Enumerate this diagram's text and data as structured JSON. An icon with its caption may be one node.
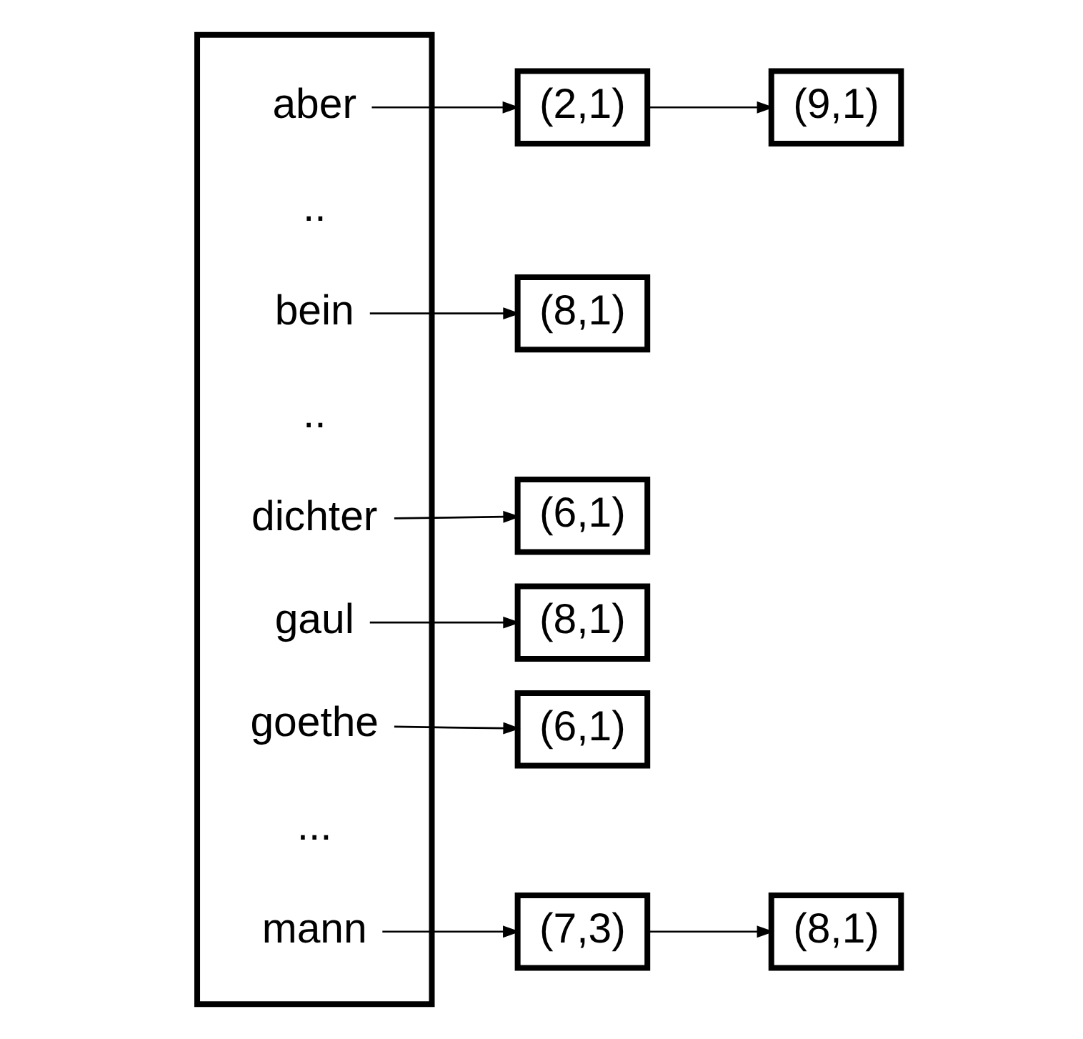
{
  "diagram": {
    "nodes": [
      {
        "text": [],
        "shape": "box"
      },
      {
        "text": [
          "aber"
        ],
        "in": 0
      },
      {
        "text": [
          "bein"
        ],
        "in": 0
      },
      {
        "text": [
          "dichter"
        ],
        "in": 0
      },
      {
        "text": [
          "gaul"
        ],
        "in": 0
      },
      {
        "text": [
          "goethe"
        ],
        "in": 0
      },
      {
        "text": [
          "mann"
        ],
        "in": 0
      },
      {
        "text": [
          "(2,1)"
        ]
      },
      {
        "text": [
          "(9,1)"
        ]
      },
      {
        "text": [
          "(8,1)"
        ]
      },
      {
        "text": [
          "(6,1)"
        ]
      },
      {
        "text": [
          "(8,1)"
        ]
      },
      {
        "text": [
          "(6,1)"
        ]
      },
      {
        "text": [
          "(7,3)"
        ]
      },
      {
        "text": [
          "(8,1)"
        ]
      }
    ],
    "edges": [
      {
        "from": 1,
        "to": 7,
        "arrow": "to"
      },
      {
        "from": 7,
        "to": 8,
        "arrow": "to"
      },
      {
        "from": 2,
        "to": 9,
        "arrow": "to"
      },
      {
        "from": 3,
        "to": 10,
        "arrow": "to"
      },
      {
        "from": 4,
        "to": 11,
        "arrow": "to"
      },
      {
        "from": 5,
        "to": 12,
        "arrow": "to"
      },
      {
        "from": 6,
        "to": 13,
        "arrow": "to"
      },
      {
        "from": 13,
        "to": 14,
        "arrow": "to"
      }
    ],
    "labels": [
      "..",
      "..",
      "..."
    ]
  }
}
